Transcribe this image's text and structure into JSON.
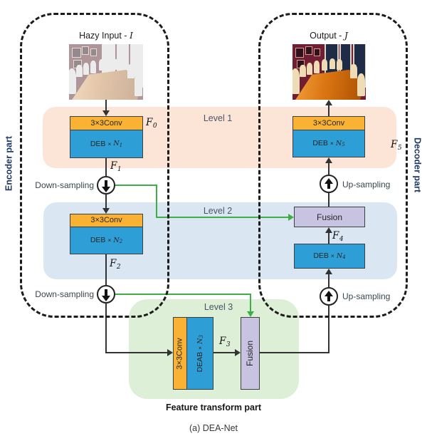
{
  "figure": {
    "feature_transform_label": "Feature transform part",
    "caption": "(a) DEA-Net"
  },
  "io": {
    "hazy_title_prefix": "Hazy Input - ",
    "hazy_title_var": "I",
    "output_title_prefix": "Output - ",
    "output_title_var": "J"
  },
  "parts": {
    "encoder": "Encoder part",
    "decoder": "Decoder part"
  },
  "levels": {
    "l1": "Level 1",
    "l2": "Level 2",
    "l3": "Level 3"
  },
  "sampling": {
    "down1": "Down-sampling",
    "down2": "Down-sampling",
    "up1": "Up-sampling",
    "up2": "Up-sampling"
  },
  "blocks": {
    "enc1_conv": "3×3Conv",
    "enc1_deb": {
      "name": "DEB",
      "times": "×",
      "var": "N",
      "sub": "1"
    },
    "enc2_conv": "3×3Conv",
    "enc2_deb": {
      "name": "DEB",
      "times": "×",
      "var": "N",
      "sub": "2"
    },
    "l3_conv": "3×3Conv",
    "l3_deab": {
      "name": "DEAB",
      "times": "×",
      "var": "N",
      "sub": "3"
    },
    "l3_fusion": "Fusion",
    "dec2_fusion": "Fusion",
    "dec2_deb": {
      "name": "DEB",
      "times": "×",
      "var": "N",
      "sub": "4"
    },
    "dec1_conv": "3×3Conv",
    "dec1_deb": {
      "name": "DEB",
      "times": "×",
      "var": "N",
      "sub": "5"
    }
  },
  "features": {
    "f0": {
      "base": "F",
      "sub": "0"
    },
    "f1": {
      "base": "F",
      "sub": "1"
    },
    "f2": {
      "base": "F",
      "sub": "2"
    },
    "f3": {
      "base": "F",
      "sub": "3"
    },
    "f4": {
      "base": "F",
      "sub": "4"
    },
    "f5": {
      "base": "F",
      "sub": "5"
    }
  },
  "colors": {
    "conv_block": "#f9b234",
    "deb_block": "#2e9fd6",
    "fusion_block": "#c9c3e2",
    "level1_band": "#fce4d6",
    "level2_band": "#dae7f3",
    "level3_band": "#ddefd6",
    "skip_connection": "#3fae49",
    "part_label": "#1f3864"
  }
}
